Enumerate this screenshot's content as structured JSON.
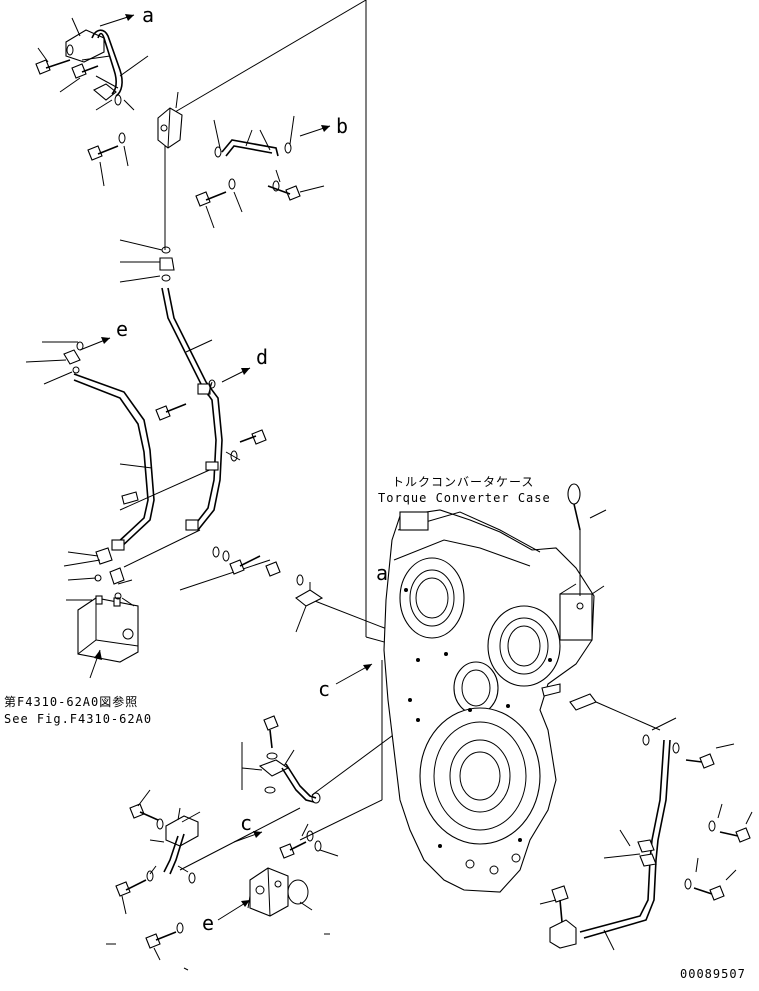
{
  "callouts": [
    "a",
    "b",
    "c",
    "d",
    "e"
  ],
  "case_label": {
    "jp": "トルクコンバータケース",
    "en": "Torque Converter Case"
  },
  "reference": {
    "jp": "第F4310-62A0図参照",
    "en": "See Fig.F4310-62A0"
  },
  "drawing_number": "00089507"
}
